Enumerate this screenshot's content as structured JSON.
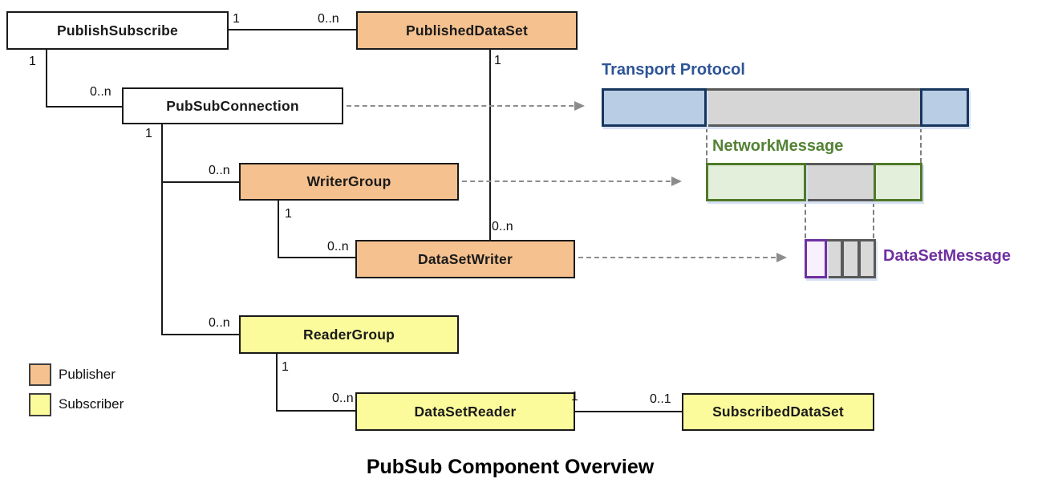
{
  "title": "PubSub Component Overview",
  "nodes": {
    "publish_subscribe": "PublishSubscribe",
    "published_data_set": "PublishedDataSet",
    "pub_sub_connection": "PubSubConnection",
    "writer_group": "WriterGroup",
    "data_set_writer": "DataSetWriter",
    "reader_group": "ReaderGroup",
    "data_set_reader": "DataSetReader",
    "subscribed_data_set": "SubscribedDataSet"
  },
  "multiplicity": {
    "ps_to_pds_1": "1",
    "ps_to_pds_n": "0..n",
    "ps_to_conn_1": "1",
    "ps_to_conn_n": "0..n",
    "pds_anchor_1": "1",
    "pds_to_dsw_n": "0..n",
    "conn_anchor_1": "1",
    "conn_to_wg_n": "0..n",
    "wg_anchor_1": "1",
    "wg_to_dsw_n": "0..n",
    "conn_to_rg_n": "0..n",
    "rg_anchor_1": "1",
    "rg_to_dsr_n": "0..n",
    "dsr_to_sds_1": "1",
    "dsr_to_sds_n": "0..1"
  },
  "messages": {
    "transport_protocol": "Transport Protocol",
    "network_message": "NetworkMessage",
    "data_set_message": "DataSetMessage"
  },
  "legend": {
    "publisher": "Publisher",
    "subscriber": "Subscriber"
  },
  "colors": {
    "publisher_fill": "#F5C18F",
    "subscriber_fill": "#FBFB9B",
    "transport_fill": "#B9CDE5",
    "transport_border": "#17365D",
    "transport_label": "#2E5597",
    "network_fill": "#E3EFDA",
    "network_border": "#4F7A28",
    "network_label": "#548235",
    "dataset_message_fill": "#F8F0FC",
    "dataset_message_border": "#7030A0",
    "dataset_message_label": "#7030A0",
    "payload_fill": "#D6D6D6",
    "payload_border": "#595959"
  }
}
